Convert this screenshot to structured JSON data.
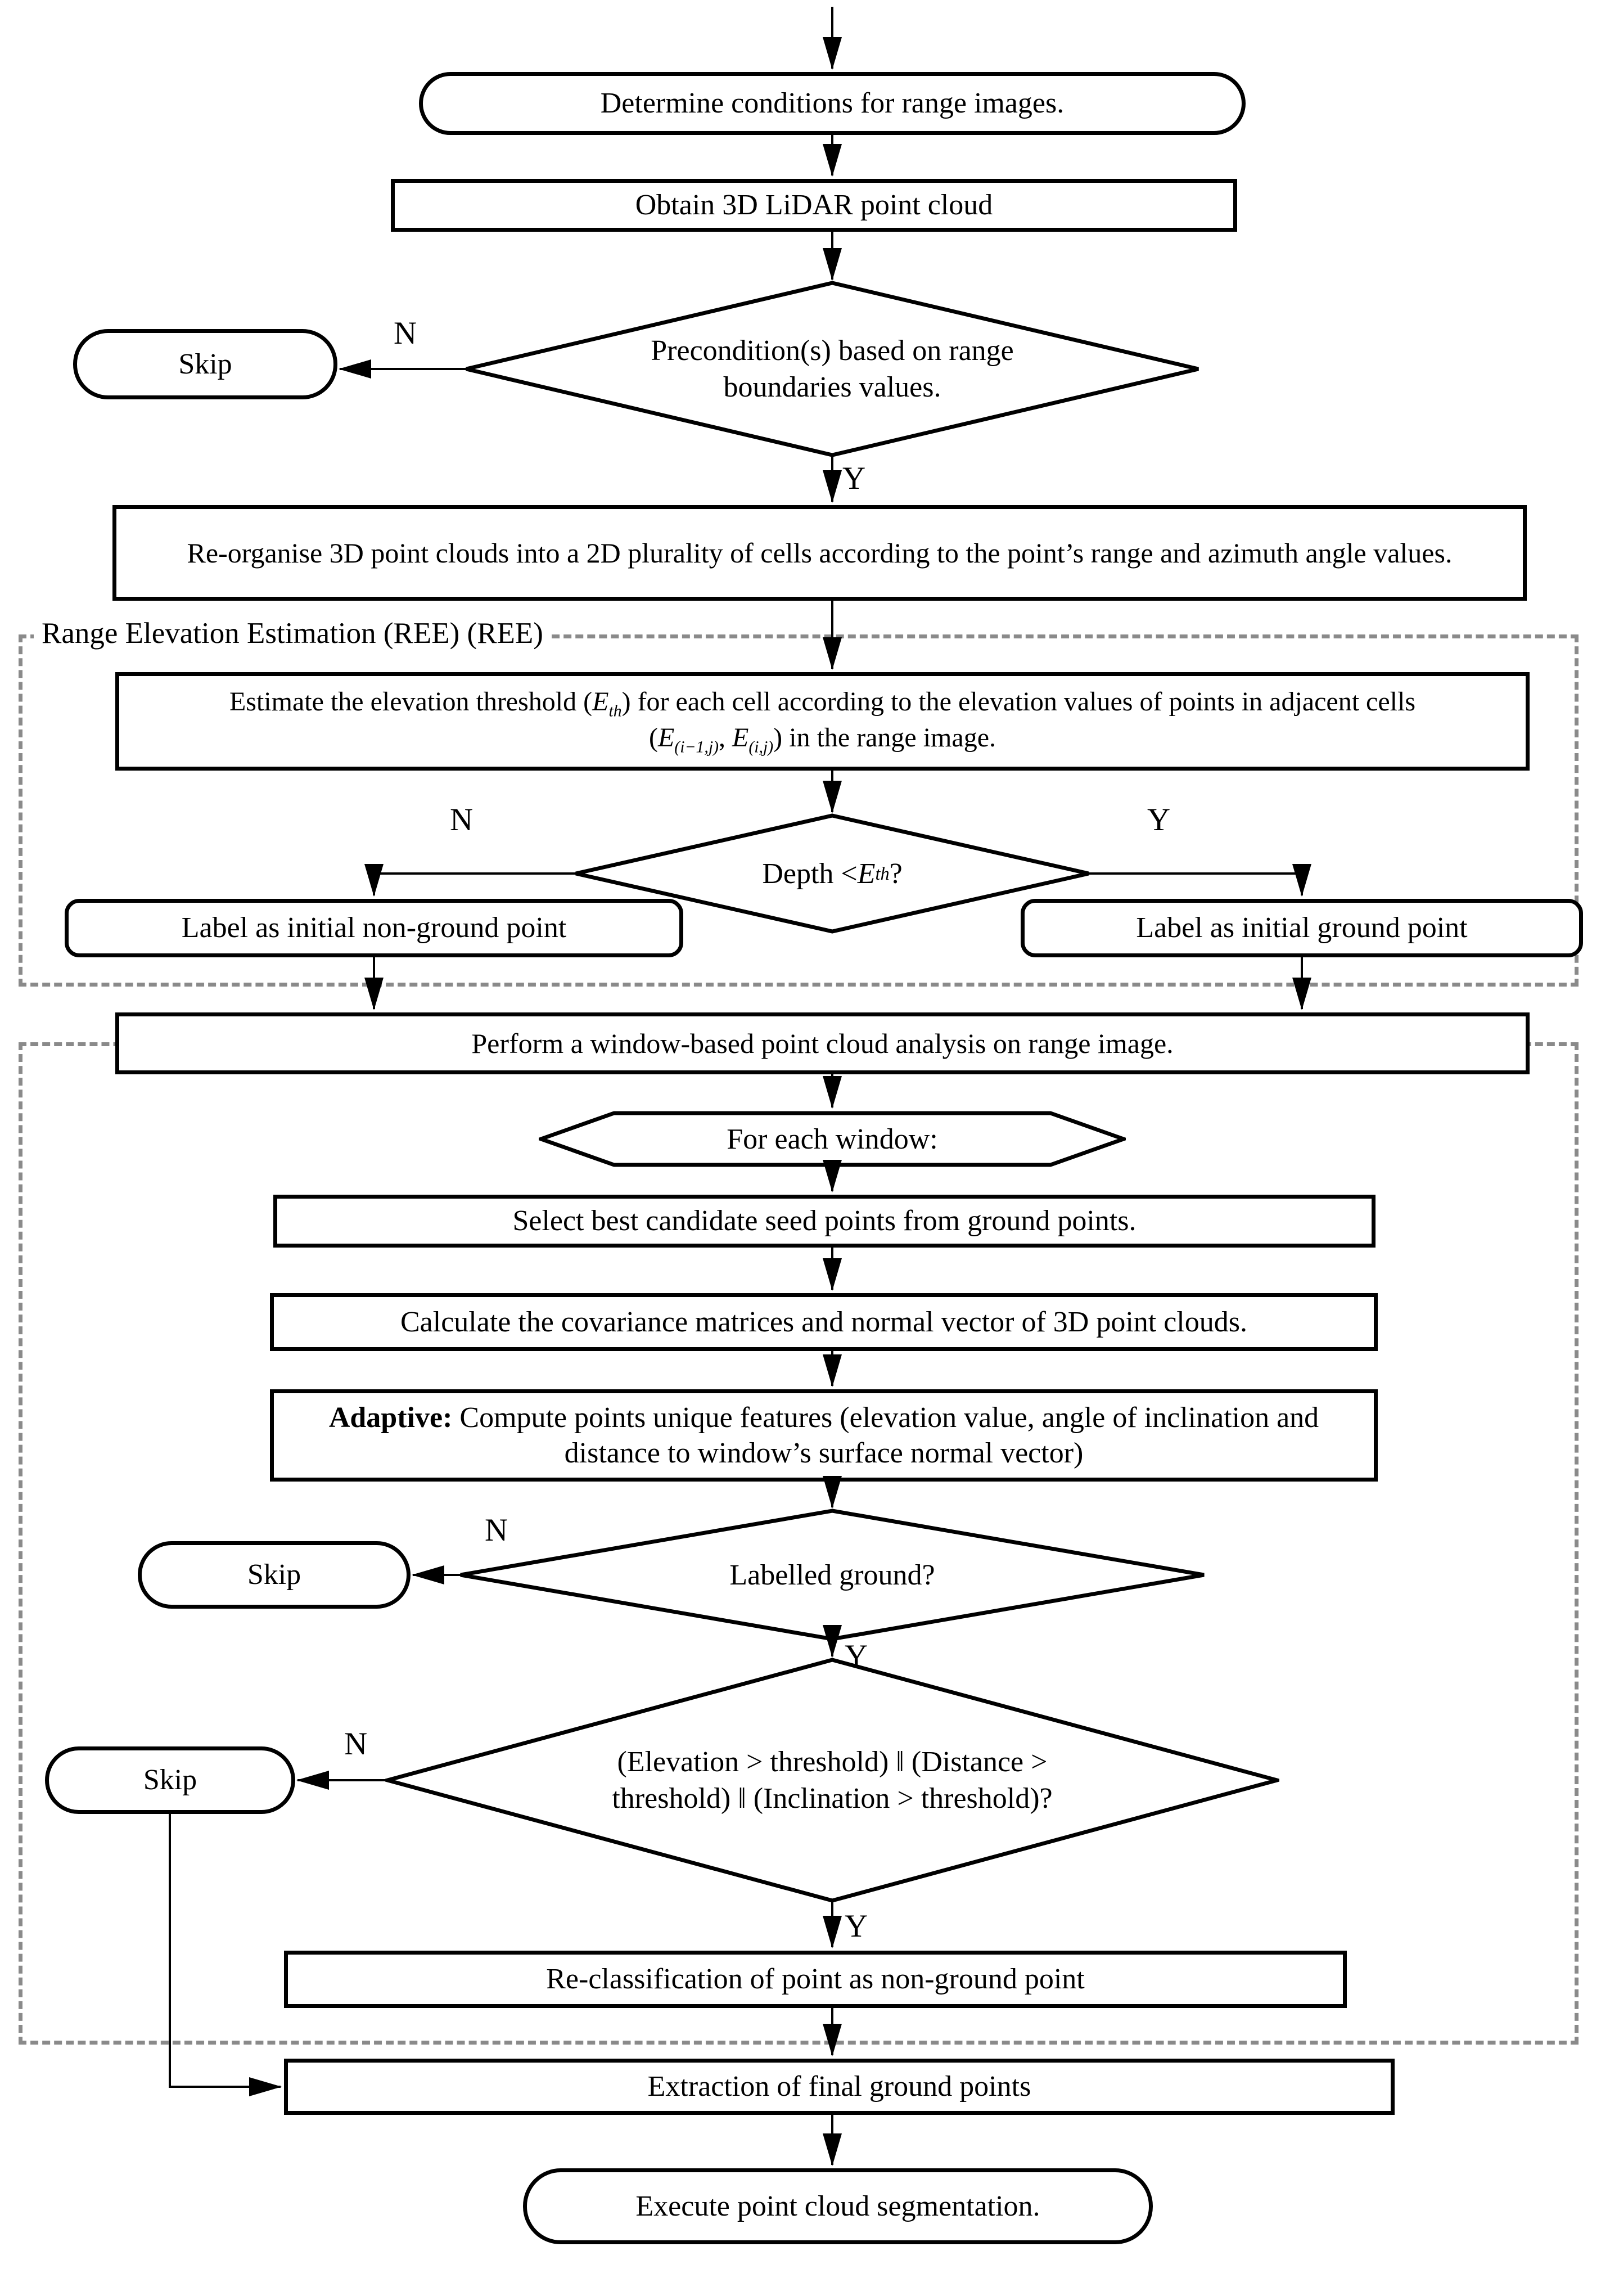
{
  "colors": {
    "stroke": "#000000",
    "dashed_border": "#8a8a8a",
    "background": "#ffffff"
  },
  "labels": {
    "no": "N",
    "yes": "Y"
  },
  "regions": {
    "ree": "Range Elevation Estimation (REE) (REE)"
  },
  "nodes": {
    "determine": "Determine conditions for range images.",
    "obtain": "Obtain 3D LiDAR point cloud",
    "precondition": "Precondition(s) based on range boundaries values.",
    "skip1": "Skip",
    "reorganise": "Re-organise 3D point clouds into a 2D plurality of cells according to the point’s range and azimuth angle values.",
    "estimate": {
      "t1": "Estimate the elevation threshold (",
      "e1": "E",
      "s1": "th",
      "t2": ") for each cell according to the elevation values of points in adjacent cells",
      "t3": "(",
      "e2": "E",
      "s2": "(i−1,j)",
      "t4": ", ",
      "e3": "E",
      "s3": "(i,j)",
      "t5": ") in the range image."
    },
    "depth": {
      "t1": "Depth < ",
      "e": "E",
      "s": "th",
      "q": "?"
    },
    "label_non_ground": "Label as initial non-ground point",
    "label_ground": "Label as initial ground point",
    "perform": "Perform a window-based point cloud analysis on range image.",
    "for_each_window": "For each window:",
    "select_seed": "Select best candidate seed points from ground points.",
    "covariance": "Calculate the covariance matrices and normal vector of 3D point clouds.",
    "adaptive_prefix": "Adaptive:",
    "adaptive_rest": " Compute points unique features (elevation value, angle of inclination and distance to window’s surface normal vector)",
    "labelled_ground": "Labelled ground?",
    "threshold_check": "(Elevation > threshold) ‖ (Distance > threshold) ‖ (Inclination > threshold)?",
    "skip2": "Skip",
    "skip3": "Skip",
    "reclassification": "Re-classification of point as non-ground point",
    "extraction": "Extraction of final ground points",
    "execute": "Execute point cloud segmentation."
  }
}
